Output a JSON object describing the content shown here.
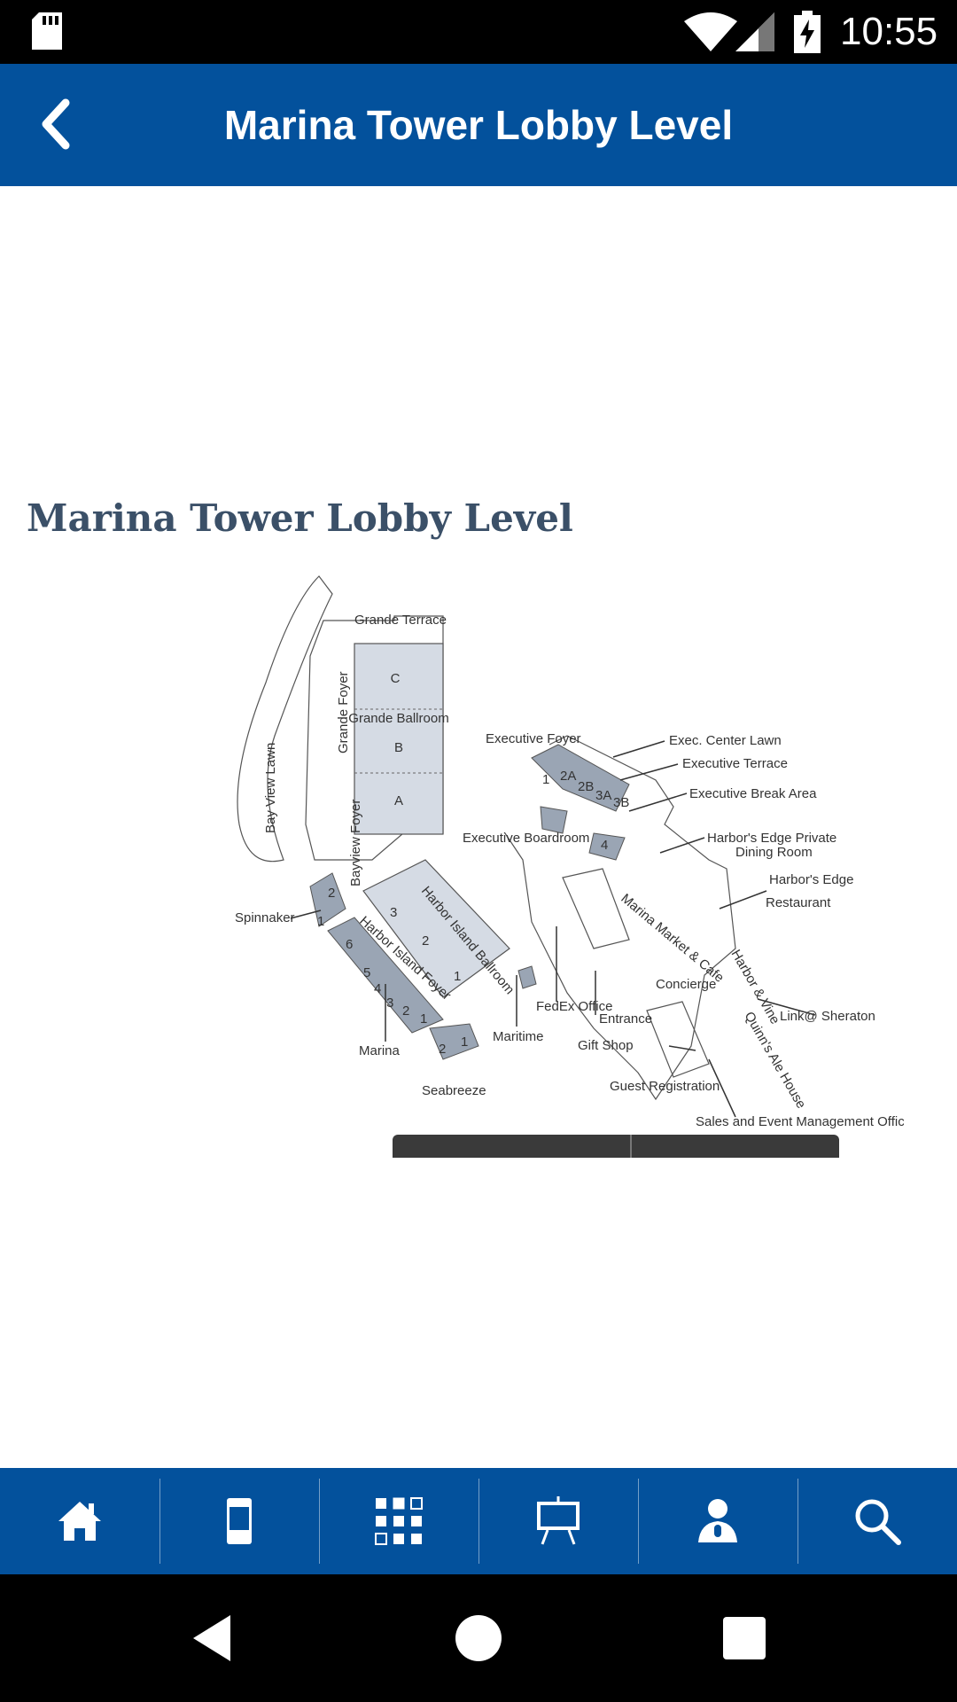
{
  "status_bar": {
    "time": "10:55"
  },
  "app_bar": {
    "title": "Marina Tower Lobby Level"
  },
  "map": {
    "heading": "Marina Tower Lobby Level",
    "labels": {
      "grande_terrace": "Grande Terrace",
      "grande_foyer": "Grande Foyer",
      "grande_ballroom": "Grande Ballroom",
      "c": "C",
      "b": "B",
      "a": "A",
      "bay_view_lawn": "Bay View Lawn",
      "bayview_foyer": "Bayview Foyer",
      "executive_foyer": "Executive Foyer",
      "exec_center_lawn": "Exec. Center Lawn",
      "executive_terrace": "Executive Terrace",
      "executive_break_area": "Executive Break Area",
      "executive_boardroom": "Executive Boardroom",
      "harbors_edge_private": "Harbor's Edge Private",
      "dining_room": "Dining Room",
      "harbors_edge": "Harbor's Edge",
      "restaurant": "Restaurant",
      "spinnaker": "Spinnaker",
      "harbor_island_ballroom": "Harbor Island Ballroom",
      "harbor_island_foyer": "Harbor Island Foyer",
      "marina_market": "Marina Market & Cafe",
      "concierge": "Concierge",
      "harbor_vine": "Harbor & Vine",
      "link_sheraton": "Link@ Sheraton",
      "quinns_ale_house": "Quinn's Ale House",
      "fedex_office": "FedEx Office",
      "entrance": "Entrance",
      "gift_shop": "Gift Shop",
      "maritime": "Maritime",
      "marina": "Marina",
      "seabreeze": "Seabreeze",
      "guest_registration": "Guest Registration",
      "sales_event_office": "Sales and Event Management Office",
      "n1": "1",
      "n2": "2",
      "n2a": "2A",
      "n2b": "2B",
      "n3": "3",
      "n3a": "3A",
      "n3b": "3B",
      "n4": "4",
      "n5": "5",
      "n6": "6"
    }
  },
  "bottom_nav": {
    "items": [
      {
        "name": "home",
        "icon": "home-icon"
      },
      {
        "name": "device",
        "icon": "phone-icon"
      },
      {
        "name": "grid",
        "icon": "grid-icon"
      },
      {
        "name": "presentation",
        "icon": "easel-icon"
      },
      {
        "name": "speaker",
        "icon": "speaker-icon"
      },
      {
        "name": "search",
        "icon": "search-icon"
      }
    ]
  },
  "colors": {
    "brand": "#03519c",
    "room_fill": "#d5dbe4",
    "room_dark": "#9aa5b4",
    "heading": "#3b5068"
  }
}
